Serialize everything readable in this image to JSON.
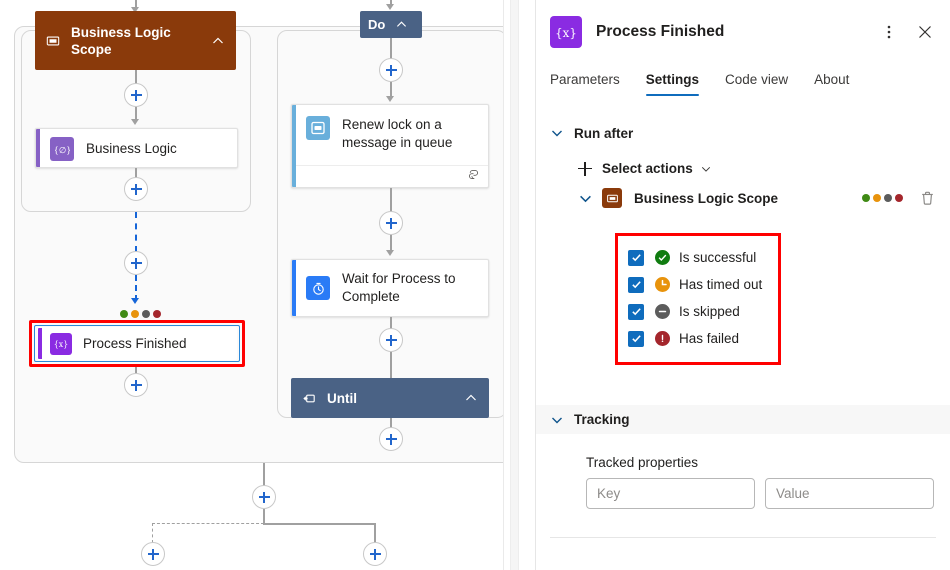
{
  "canvas": {
    "scopes": [
      {
        "name": "business-logic-scope",
        "title": "Business Logic Scope",
        "color": "#8a3a0b",
        "icon": "scope-icon"
      },
      {
        "name": "until-loop",
        "title": "Until",
        "color": "#4a6285",
        "icon": "until-icon"
      },
      {
        "name": "do-loop",
        "title": "Do",
        "color": "#4a6285",
        "icon": ""
      }
    ],
    "nodes": [
      {
        "name": "business-logic",
        "title": "Business Logic",
        "icon": "expression-icon",
        "icon_color": "#8661c5",
        "bar_color": "#8661c5",
        "glyph": "{∅}"
      },
      {
        "name": "renew-lock",
        "title": "Renew lock on a message in queue",
        "icon": "service-bus-icon",
        "icon_color": "#69afdb",
        "bar_color": "#69afdb",
        "glyph": "",
        "footer_icon": "retry-policy-icon"
      },
      {
        "name": "wait-for-process",
        "title": "Wait for Process to Complete",
        "icon": "delay-icon",
        "icon_color": "#2a7bf6",
        "bar_color": "#2a7bf6",
        "glyph": ""
      },
      {
        "name": "process-finished",
        "title": "Process Finished",
        "icon": "compose-icon",
        "icon_color": "#8a2be2",
        "bar_color": "#8a2be2",
        "glyph": "{x}",
        "selected": true,
        "annotated": true
      }
    ],
    "status_dots": [
      "#3f8a15",
      "#e8930c",
      "#5c5c5c",
      "#a4262c"
    ],
    "add_button_label": "+"
  },
  "panel": {
    "header": {
      "icon": "compose-icon",
      "icon_color": "#8a2be2",
      "icon_glyph": "{x}",
      "title": "Process Finished",
      "more_label": "More commands",
      "close_label": "Close"
    },
    "tabs": [
      {
        "name": "tab-parameters",
        "label": "Parameters",
        "active": false
      },
      {
        "name": "tab-settings",
        "label": "Settings",
        "active": true
      },
      {
        "name": "tab-code-view",
        "label": "Code view",
        "active": false
      },
      {
        "name": "tab-about",
        "label": "About",
        "active": false
      }
    ],
    "run_after": {
      "section_label": "Run after",
      "expanded": true,
      "select_actions_label": "Select actions",
      "item": {
        "label": "Business Logic Scope",
        "icon": "scope-icon",
        "icon_color": "#8a3a0b",
        "expanded": true,
        "dots": [
          "#3f8a15",
          "#e8930c",
          "#5c5c5c",
          "#a4262c"
        ],
        "delete_label": "Delete"
      },
      "statuses": [
        {
          "name": "is-successful",
          "label": "Is successful",
          "checked": true,
          "icon": "success-icon",
          "icon_color": "#107c10",
          "glyph": "✓"
        },
        {
          "name": "has-timed-out",
          "label": "Has timed out",
          "checked": true,
          "icon": "timeout-icon",
          "icon_color": "#e8930c",
          "glyph": "◔"
        },
        {
          "name": "is-skipped",
          "label": "Is skipped",
          "checked": true,
          "icon": "skipped-icon",
          "icon_color": "#5c5c5c",
          "glyph": "–"
        },
        {
          "name": "has-failed",
          "label": "Has failed",
          "checked": true,
          "icon": "failed-icon",
          "icon_color": "#a4262c",
          "glyph": "!"
        }
      ]
    },
    "tracking": {
      "section_label": "Tracking",
      "expanded": true,
      "tracked_properties_label": "Tracked properties",
      "key_placeholder": "Key",
      "key_value": "",
      "value_placeholder": "Value",
      "value_value": ""
    }
  }
}
